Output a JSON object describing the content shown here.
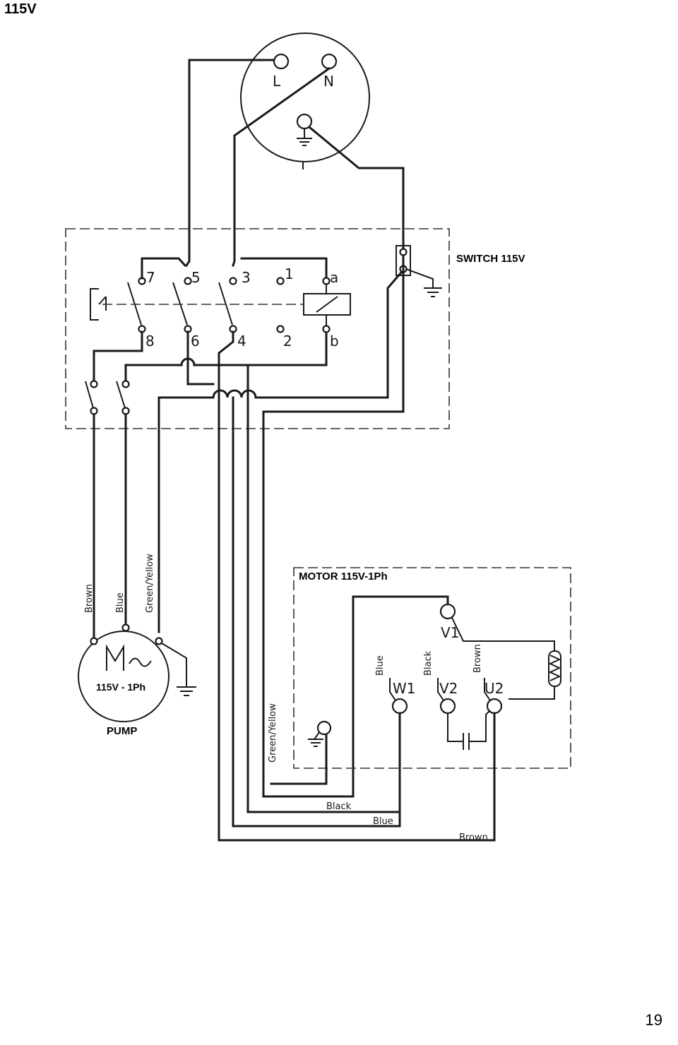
{
  "page": {
    "title": "115V",
    "number": "19"
  },
  "socket": {
    "live": "L",
    "neutral": "N"
  },
  "switch": {
    "title": "SWITCH 115V",
    "terminals": {
      "t7": "7",
      "t5": "5",
      "t3": "3",
      "t1": "1",
      "ta": "a",
      "t8": "8",
      "t6": "6",
      "t4": "4",
      "t2": "2",
      "tb": "b"
    }
  },
  "pump": {
    "title": "PUMP",
    "rating": "115V - 1Ph",
    "wires": {
      "brown": "Brown",
      "blue": "Blue",
      "green_yellow": "Green/Yellow"
    }
  },
  "motor": {
    "title": "MOTOR 115V-1Ph",
    "terminals": {
      "v1": "V1",
      "w1": "W1",
      "v2": "V2",
      "u2": "U2"
    },
    "wires": {
      "blue": "Blue",
      "black": "Black",
      "brown": "Brown",
      "green_yellow": "Green/Yellow"
    }
  },
  "cable": {
    "black": "Black",
    "blue": "Blue",
    "brown": "Brown"
  }
}
